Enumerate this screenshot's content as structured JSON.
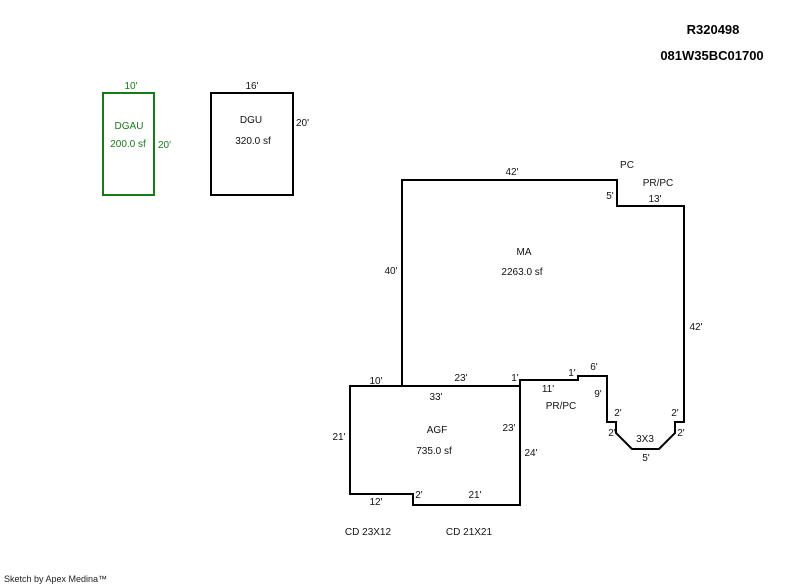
{
  "header": {
    "account_id": "R320498",
    "map_tax_lot": "081W35BC01700"
  },
  "footer": {
    "credit": "Sketch by Apex Medina™"
  },
  "colors": {
    "line": "#000000",
    "accessory_line": "#1a7a1a"
  },
  "areas": {
    "dgau": {
      "code": "DGAU",
      "area": "200.0 sf",
      "dims": {
        "top": "10'",
        "right": "20'"
      }
    },
    "dgu": {
      "code": "DGU",
      "area": "320.0 sf",
      "dims": {
        "top": "16'",
        "right": "20'"
      }
    },
    "ma": {
      "code": "MA",
      "area": "2263.0 sf",
      "dims": {
        "top": "42'",
        "left": "40'",
        "right": "42'",
        "step_down": "5'",
        "step_run": "13'"
      }
    },
    "agf": {
      "code": "AGF",
      "area": "735.0 sf",
      "dims": {
        "top_left": "10'",
        "top_mid": "23'",
        "top_right": "1'",
        "inner_top": "33'",
        "left": "21'",
        "right_inner": "23'",
        "right": "24'",
        "bottom_left": "12'",
        "bottom_step": "2'",
        "bottom_right": "21'"
      }
    },
    "pr_pc_lower": {
      "code": "PR/PC",
      "dims": {
        "top": "11'",
        "step": "1'",
        "top_right": "6'",
        "right_down": "9'"
      }
    },
    "bay": {
      "code": "3X3",
      "dims": {
        "left_upper": "2'",
        "left_lower": "2'",
        "bottom": "5'",
        "right_upper": "2'",
        "right_lower": "2'"
      }
    }
  },
  "annotations": {
    "pc": "PC",
    "pr_pc_upper": "PR/PC",
    "cd_left": "CD 23X12",
    "cd_right": "CD 21X21"
  }
}
